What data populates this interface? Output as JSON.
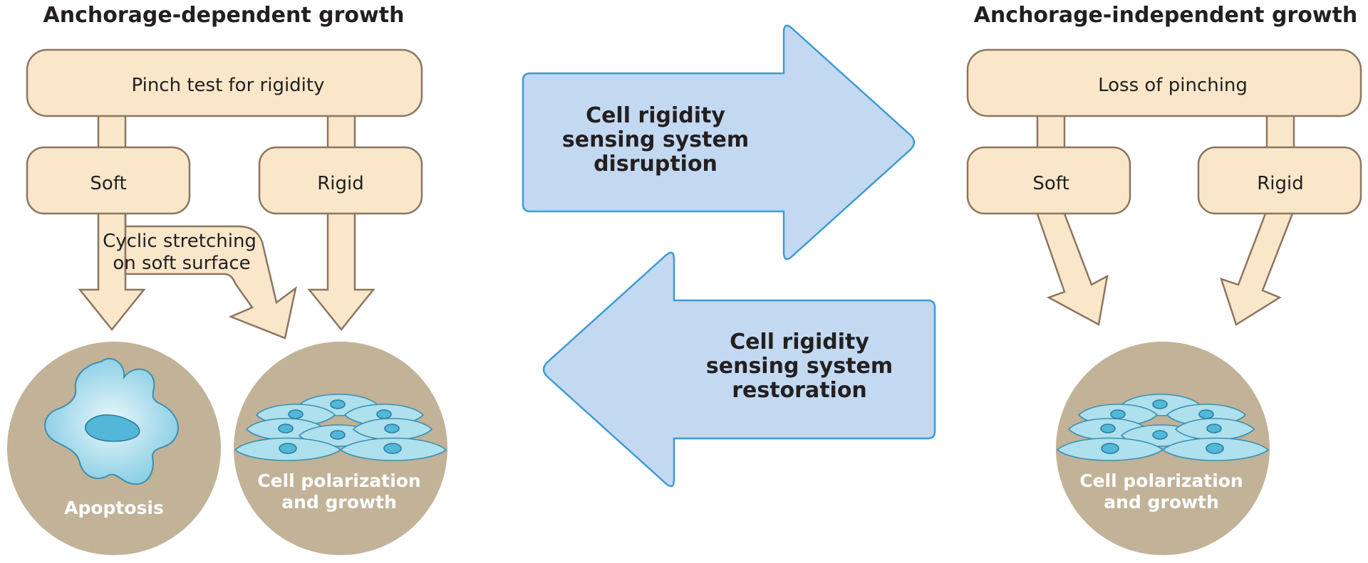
{
  "left_panel": {
    "title": "Anchorage-dependent growth",
    "top_box": "Pinch test for rigidity",
    "soft_box": "Soft",
    "rigid_box": "Rigid",
    "stretch_label_line1": "Cyclic stretching",
    "stretch_label_line2": "on soft surface",
    "apoptosis_label": "Apoptosis",
    "growth_label_line1": "Cell polarization",
    "growth_label_line2": "and growth"
  },
  "center": {
    "disruption_line1": "Cell rigidity",
    "disruption_line2": "sensing system",
    "disruption_line3": "disruption",
    "restoration_line1": "Cell rigidity",
    "restoration_line2": "sensing system",
    "restoration_line3": "restoration"
  },
  "right_panel": {
    "title": "Anchorage-independent growth",
    "top_box": "Loss of pinching",
    "soft_box": "Soft",
    "rigid_box": "Rigid",
    "growth_label_line1": "Cell polarization",
    "growth_label_line2": "and growth"
  },
  "colors": {
    "box_fill": "#fae7ca",
    "box_stroke": "#8c7660",
    "arrow_fill": "#c3d9f1",
    "arrow_stroke": "#3d9bd4",
    "circle_fill": "#c2b298",
    "cell_fill": "#aee0ed",
    "nucleus_fill": "#52b7d8"
  }
}
